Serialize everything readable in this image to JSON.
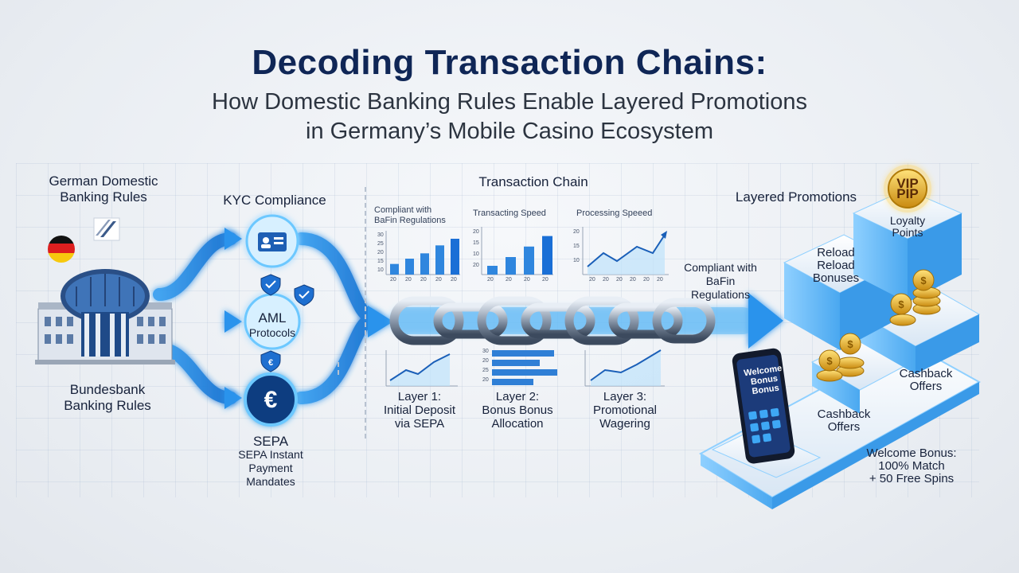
{
  "header": {
    "title": "Decoding Transaction Chains:",
    "subtitle_line1": "How Domestic Banking Rules Enable Layered Promotions",
    "subtitle_line2": "in Germany’s Mobile Casino Ecosystem"
  },
  "left": {
    "top_label_1": "German Domestic",
    "top_label_2": "Banking Rules",
    "bottom_label_1": "Bundesbank",
    "bottom_label_2": "Banking Rules"
  },
  "nodes": {
    "kyc": "KYC Compliance",
    "aml_1": "AML",
    "aml_2": "Protocols",
    "sepa": "SEPA",
    "sepa_desc_1": "SEPA Instant",
    "sepa_desc_2": "Payment",
    "sepa_desc_3": "Mandates"
  },
  "chain": {
    "title": "Transaction Chain",
    "compliant_1": "Compliant with",
    "compliant_2": "BaFin Regulations",
    "charts": [
      {
        "title_1": "Compliant with",
        "title_2": "BaFin Regulations",
        "yticks": [
          "30",
          "25",
          "20",
          "15",
          "10"
        ],
        "xticks": [
          "20",
          "20",
          "20",
          "20",
          "20"
        ],
        "values": [
          8,
          12,
          16,
          22,
          27
        ]
      },
      {
        "title_1": "Transacting Speed",
        "title_2": "",
        "yticks": [
          "20",
          "15",
          "10",
          "20"
        ],
        "xticks": [
          "20",
          "20",
          "20",
          "20"
        ],
        "values": [
          5,
          10,
          16,
          22
        ]
      },
      {
        "title_1": "Processing Speeed",
        "title_2": "",
        "yticks": [
          "20",
          "15",
          "10"
        ],
        "xticks": [
          "20",
          "20",
          "20",
          "20",
          "20",
          "20"
        ],
        "values": [
          8,
          12,
          10,
          15,
          12,
          18
        ]
      }
    ],
    "layers": [
      {
        "l1": "Layer 1:",
        "l2": "Initial Deposit",
        "l3": "via SEPA"
      },
      {
        "l1": "Layer 2:",
        "l2": "Bonus Bonus",
        "l3": "Allocation"
      },
      {
        "l1": "Layer 3:",
        "l2": "Promotional",
        "l3": "Wagering"
      }
    ],
    "layer2_ticks": [
      "30",
      "20",
      "25",
      "20"
    ]
  },
  "promotions": {
    "title": "Layered Promotions",
    "vip_badge": "VIP PIP",
    "loyalty_1": "Loyalty",
    "loyalty_2": "Points",
    "reload_1": "Reload",
    "reload_2": "Reload",
    "reload_3": "Bonuses",
    "cashback_right_1": "Cashback",
    "cashback_right_2": "Offers",
    "cashback_left_1": "Cashback",
    "cashback_left_2": "Offers",
    "phone_1": "Welcome",
    "phone_2": "Bonus",
    "phone_3": "Bonus",
    "welcome_1": "Welcome Bonus:",
    "welcome_2": "100% Match",
    "welcome_3": "+ 50 Free Spins"
  },
  "colors": {
    "navy": "#0f2656",
    "blue": "#1e8ee8",
    "glow": "#6cc8ff",
    "gold": "#e8b020"
  }
}
